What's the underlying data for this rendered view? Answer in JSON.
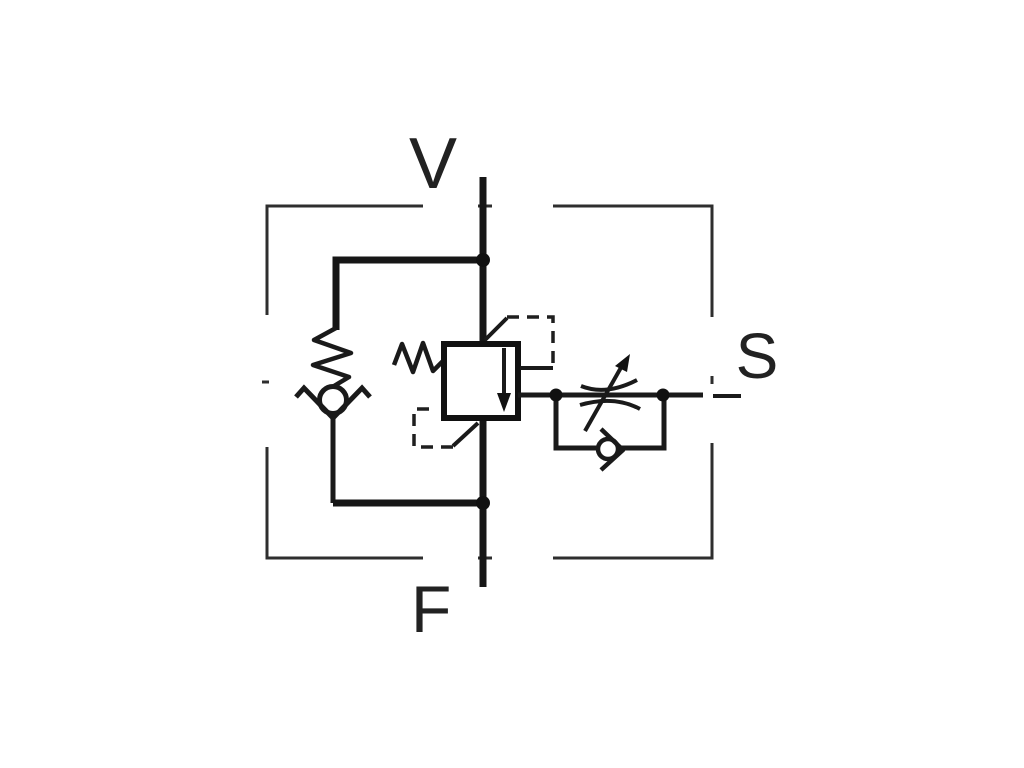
{
  "page": {
    "background_color": "#ffffff"
  },
  "diagram": {
    "kind": "hydraulic-valve-schematic",
    "stroke_color": "#1a1a1a",
    "ports": {
      "top_label": "V",
      "bottom_label": "F",
      "right_label": "S"
    },
    "components": [
      "enclosure-dashed-outline",
      "main-flow-line",
      "spring-loaded-check-valve",
      "pressure-compensator-valve",
      "compensator-spring",
      "pilot-line-upper",
      "pilot-line-lower",
      "variable-throttle",
      "throttle-adjust-arrow",
      "bypass-check-valve",
      "junction-dots"
    ]
  }
}
